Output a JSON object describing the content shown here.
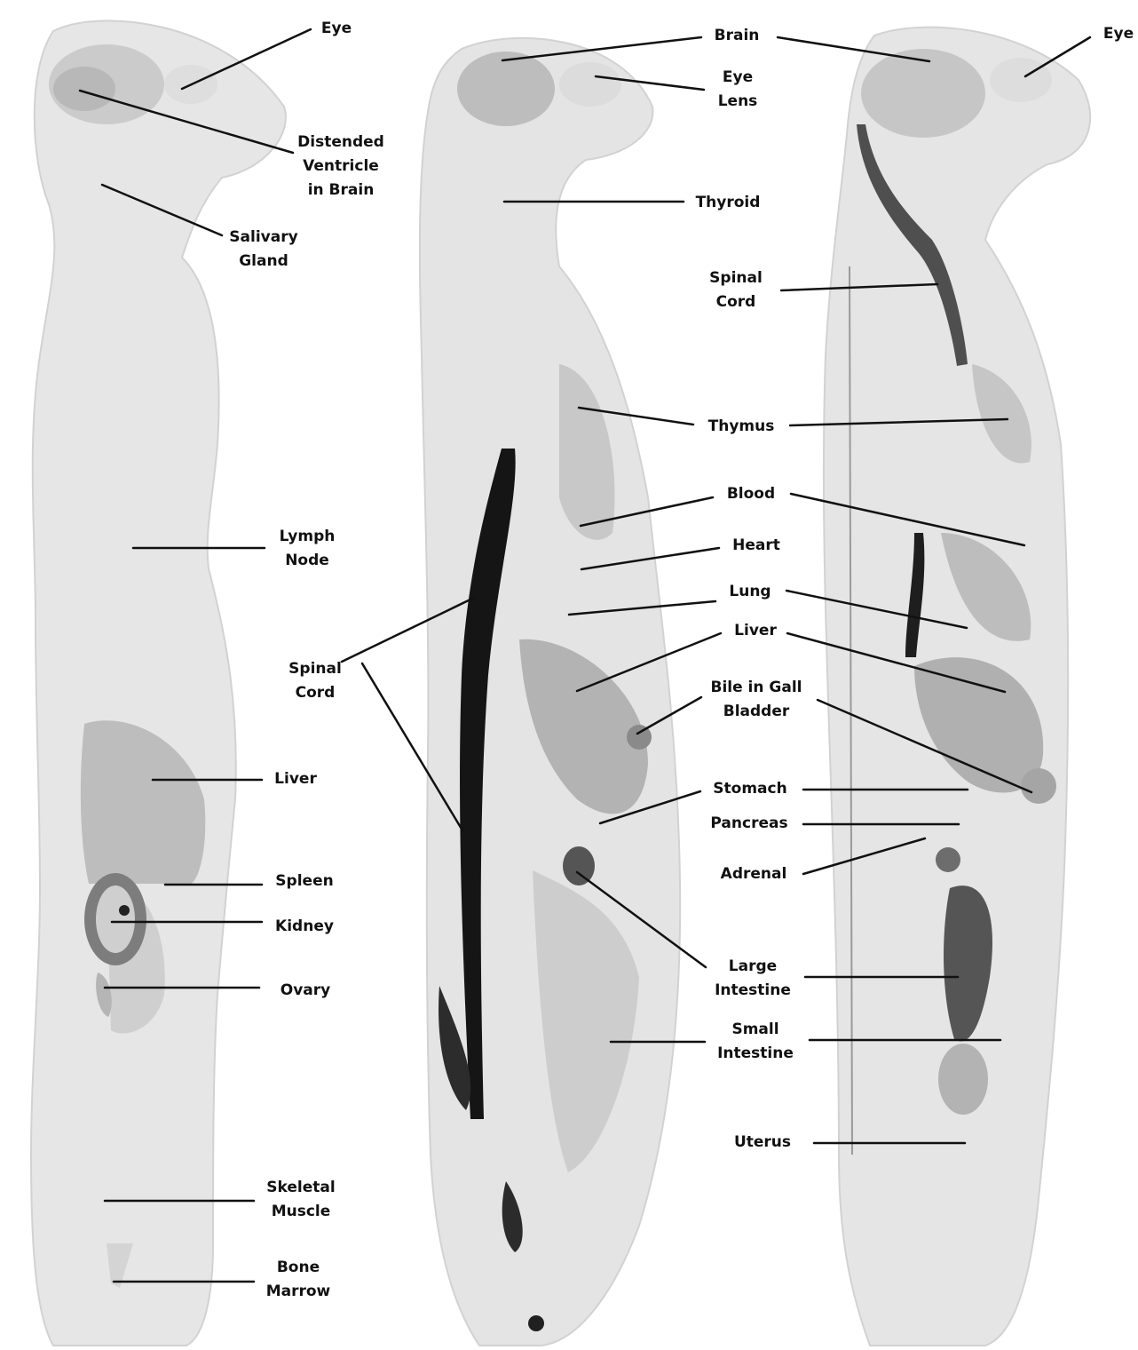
{
  "colors": {
    "background": "#ffffff",
    "tissue_light": "#e4e4e4",
    "tissue_mid": "#c9c9c9",
    "organ_dark": "#8e8e8e",
    "spinal_dark": "#151515",
    "label_text": "#111111",
    "leader_line": "#111111"
  },
  "panels": [
    {
      "name": "left-section",
      "labels": [
        {
          "id": "eye",
          "lines": [
            "Eye"
          ]
        },
        {
          "id": "distended-ventricle",
          "lines": [
            "Distended",
            "Ventricle",
            "in Brain"
          ]
        },
        {
          "id": "salivary-gland",
          "lines": [
            "Salivary",
            "Gland"
          ]
        },
        {
          "id": "lymph-node",
          "lines": [
            "Lymph",
            "Node"
          ]
        },
        {
          "id": "liver",
          "lines": [
            "Liver"
          ]
        },
        {
          "id": "spleen",
          "lines": [
            "Spleen"
          ]
        },
        {
          "id": "kidney",
          "lines": [
            "Kidney"
          ]
        },
        {
          "id": "ovary",
          "lines": [
            "Ovary"
          ]
        },
        {
          "id": "skeletal-muscle",
          "lines": [
            "Skeletal",
            "Muscle"
          ]
        },
        {
          "id": "bone-marrow",
          "lines": [
            "Bone",
            "Marrow"
          ]
        }
      ]
    },
    {
      "name": "middle-section",
      "labels": [
        {
          "id": "brain",
          "lines": [
            "Brain"
          ]
        },
        {
          "id": "eye-lens",
          "lines": [
            "Eye",
            "Lens"
          ]
        },
        {
          "id": "thyroid",
          "lines": [
            "Thyroid"
          ]
        },
        {
          "id": "spinal-cord-left",
          "lines": [
            "Spinal",
            "Cord"
          ]
        },
        {
          "id": "thymus",
          "lines": [
            "Thymus"
          ]
        },
        {
          "id": "blood",
          "lines": [
            "Blood"
          ]
        },
        {
          "id": "heart",
          "lines": [
            "Heart"
          ]
        },
        {
          "id": "lung",
          "lines": [
            "Lung"
          ]
        },
        {
          "id": "liver",
          "lines": [
            "Liver"
          ]
        },
        {
          "id": "bile-in-gall-bladder",
          "lines": [
            "Bile in Gall",
            "Bladder"
          ]
        },
        {
          "id": "stomach",
          "lines": [
            "Stomach"
          ]
        },
        {
          "id": "pancreas",
          "lines": [
            "Pancreas"
          ]
        },
        {
          "id": "adrenal",
          "lines": [
            "Adrenal"
          ]
        },
        {
          "id": "large-intestine",
          "lines": [
            "Large",
            "Intestine"
          ]
        },
        {
          "id": "small-intestine",
          "lines": [
            "Small",
            "Intestine"
          ]
        },
        {
          "id": "uterus",
          "lines": [
            "Uterus"
          ]
        }
      ]
    },
    {
      "name": "right-section",
      "labels": [
        {
          "id": "eye",
          "lines": [
            "Eye"
          ]
        },
        {
          "id": "spinal-cord",
          "lines": [
            "Spinal",
            "Cord"
          ]
        }
      ]
    }
  ]
}
